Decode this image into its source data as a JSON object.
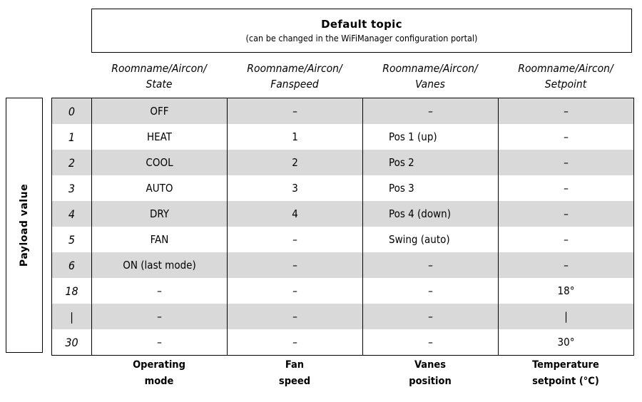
{
  "header": {
    "title": "Default topic",
    "subtitle": "(can be changed in the WiFiManager configuration portal)"
  },
  "columns": [
    {
      "topic_line1": "Roomname/Aircon/",
      "topic_line2": "State",
      "footer_line1": "Operating",
      "footer_line2": "mode"
    },
    {
      "topic_line1": "Roomname/Aircon/",
      "topic_line2": "Fanspeed",
      "footer_line1": "Fan",
      "footer_line2": "speed"
    },
    {
      "topic_line1": "Roomname/Aircon/",
      "topic_line2": "Vanes",
      "footer_line1": "Vanes",
      "footer_line2": "position"
    },
    {
      "topic_line1": "Roomname/Aircon/",
      "topic_line2": "Setpoint",
      "footer_line1": "Temperature",
      "footer_line2": "setpoint (°C)"
    }
  ],
  "side_label": "Payload value",
  "rows": [
    {
      "payload": "0",
      "state": "OFF",
      "fanspeed": "–",
      "vanes": "–",
      "setpoint": "–"
    },
    {
      "payload": "1",
      "state": "HEAT",
      "fanspeed": "1",
      "vanes": "Pos 1 (up)",
      "setpoint": "–"
    },
    {
      "payload": "2",
      "state": "COOL",
      "fanspeed": "2",
      "vanes": "Pos 2",
      "setpoint": "–"
    },
    {
      "payload": "3",
      "state": "AUTO",
      "fanspeed": "3",
      "vanes": "Pos 3",
      "setpoint": "–"
    },
    {
      "payload": "4",
      "state": "DRY",
      "fanspeed": "4",
      "vanes": "Pos 4 (down)",
      "setpoint": "–"
    },
    {
      "payload": "5",
      "state": "FAN",
      "fanspeed": "–",
      "vanes": "Swing (auto)",
      "setpoint": "–"
    },
    {
      "payload": "6",
      "state": "ON (last mode)",
      "fanspeed": "–",
      "vanes": "–",
      "setpoint": "–"
    },
    {
      "payload": "18",
      "state": "–",
      "fanspeed": "–",
      "vanes": "–",
      "setpoint": "18°"
    },
    {
      "payload": "|",
      "state": "–",
      "fanspeed": "–",
      "vanes": "–",
      "setpoint": "|"
    },
    {
      "payload": "30",
      "state": "–",
      "fanspeed": "–",
      "vanes": "–",
      "setpoint": "30°"
    }
  ]
}
